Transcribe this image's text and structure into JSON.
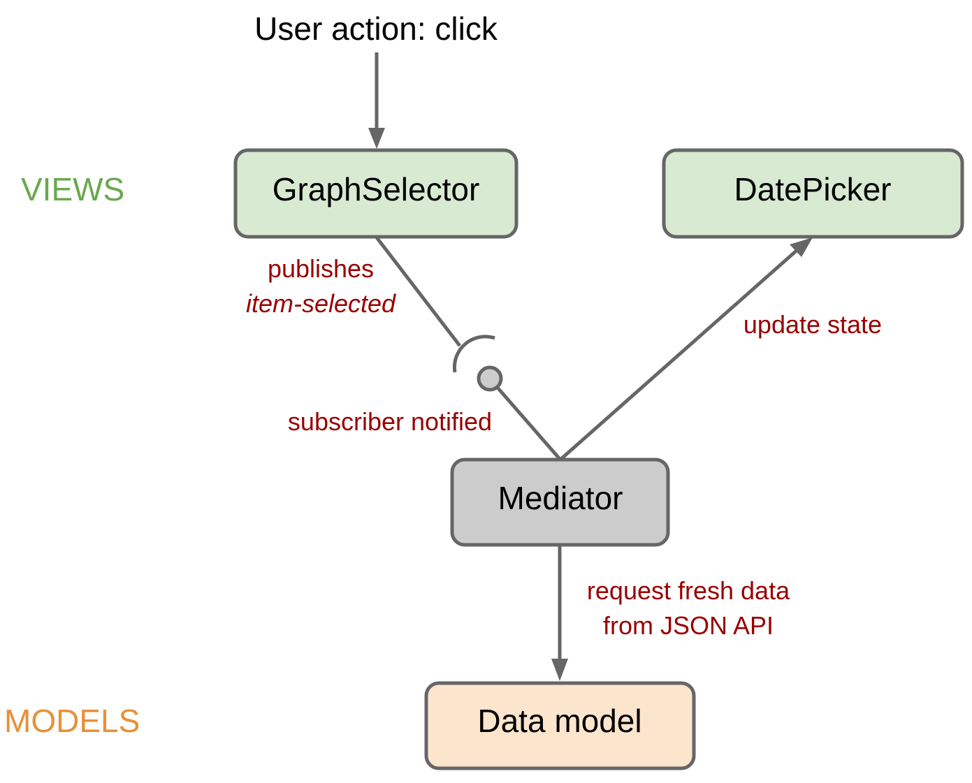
{
  "title": "User action: click",
  "layers": {
    "views": {
      "label": "VIEWS",
      "color": "#6aa84f"
    },
    "models": {
      "label": "MODELS",
      "color": "#e69138"
    }
  },
  "nodes": {
    "graph_selector": {
      "label": "GraphSelector",
      "fill": "#d9ead3"
    },
    "date_picker": {
      "label": "DatePicker",
      "fill": "#d9ead3"
    },
    "mediator": {
      "label": "Mediator",
      "fill": "#cccccc"
    },
    "data_model": {
      "label": "Data model",
      "fill": "#fce5cd"
    }
  },
  "edges": {
    "publishes": {
      "line1": "publishes",
      "line2": "item-selected"
    },
    "subscriber": {
      "label": "subscriber notified"
    },
    "update": {
      "label": "update state"
    },
    "request": {
      "line1": "request fresh data",
      "line2": "from JSON API"
    }
  },
  "colors": {
    "edge_label": "#990000",
    "stroke": "#666666",
    "text": "#000000"
  }
}
